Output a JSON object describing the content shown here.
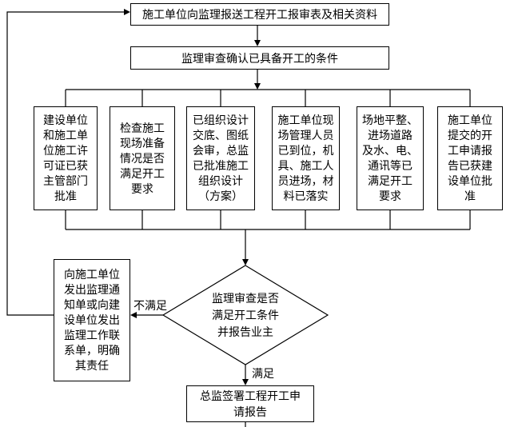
{
  "flowchart": {
    "nodes": {
      "report": "施工单位向监理报送工程开工报审表及相关资料",
      "confirm": "监理审查确认已具备开工的条件",
      "cond1": "建设单位\n和施工单\n位施工许\n可证已获\n主管部门\n批准",
      "cond2": "检查施工\n现场准备\n情况是否\n满足开工\n要求",
      "cond3": "已组织设计\n交底、图纸\n会审，总监\n已批准施工\n组织设计\n（方案）",
      "cond4": "施工单位现\n场管理人员\n已到位，机\n具、施工人\n员进场，材\n料已落实",
      "cond5": "场地平整、\n进场道路\n及水、电、\n通讯等已\n满足开工\n要求",
      "cond6": "施工单位\n提交的开\n工申请报\n告已获建\n设单位批\n准",
      "decision": "监理审查是否\n满足开工条件\n并报告业主",
      "notice": "向施工单位\n发出监理通\n知单或向建\n设单位发出\n监理工作联\n系单，明确\n其责任",
      "sign": "总监签署工程开工申\n请报告"
    },
    "labels": {
      "unsatisfied": "不满足",
      "satisfied": "满足"
    },
    "colors": {
      "line": "#000000",
      "background": "#ffffff",
      "node_fill": "#ffffff",
      "text": "#000000"
    }
  }
}
